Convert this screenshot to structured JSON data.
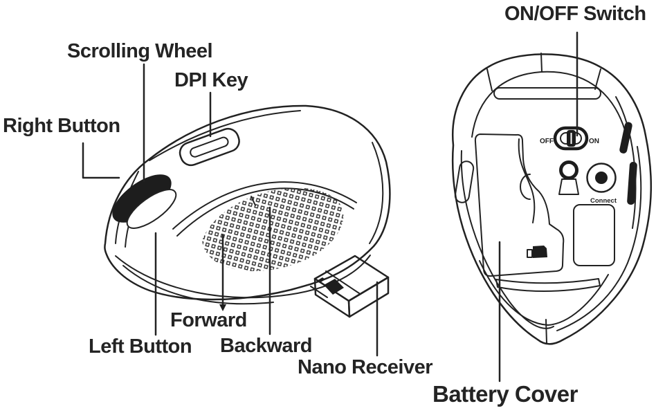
{
  "labels": {
    "scrolling_wheel": "Scrolling Wheel",
    "dpi_key": "DPI Key",
    "right_button": "Right Button",
    "left_button": "Left Button",
    "forward": "Forward",
    "backward": "Backward",
    "nano_receiver": "Nano Receiver",
    "on_off_switch": "ON/OFF Switch",
    "battery_cover": "Battery Cover"
  },
  "device_text": {
    "off": "OFF",
    "on": "ON",
    "connect": "Connect"
  },
  "colors": {
    "ink": "#222222",
    "background": "#ffffff"
  }
}
